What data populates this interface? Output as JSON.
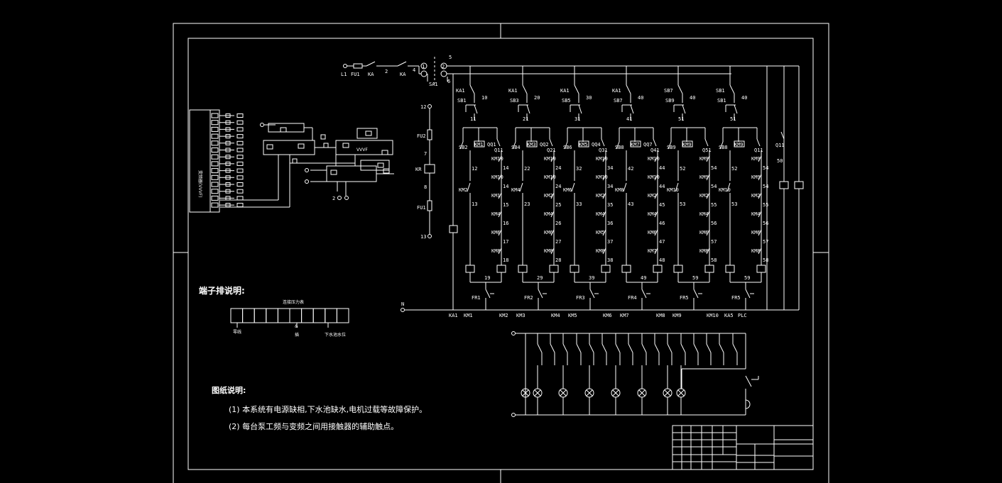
{
  "top_labels": {
    "l1": "L1",
    "fu1": "FU1",
    "ka": "KA",
    "n2": "2",
    "ka_b": "KA",
    "n4": "4",
    "sa1": "SA1",
    "n5": "5",
    "n6": "6",
    "c1": "1",
    "c2": "2"
  },
  "ctrl_column": {
    "n12": "12",
    "fu2": "FU2",
    "n7": "7",
    "kr": "KR",
    "n8": "8",
    "fu1": "FU1",
    "n13": "13"
  },
  "branches": [
    {
      "ka": "KA1",
      "sb": "SB1",
      "num": "10",
      "n2": "11",
      "sb2": "SB2",
      "km": "KM1",
      "qq": "QQ1",
      "q": "Q11",
      "mid": "14",
      "dn": "12",
      "km2": "KM2",
      "low": "13",
      "seq": [
        "KM10",
        "14",
        "KM10",
        "14",
        "KM1",
        "15",
        "KM4",
        "16",
        "KM6",
        "17",
        "KM8",
        "18"
      ],
      "fr": "FR1",
      "bot": "19"
    },
    {
      "ka": "KA1",
      "sb": "SB3",
      "num": "20",
      "n2": "21",
      "sb2": "SB4",
      "km": "KM3",
      "qq": "QQ2",
      "q": "Q21",
      "mid": "24",
      "dn": "22",
      "km2": "KM4",
      "low": "23",
      "seq": [
        "KM10",
        "24",
        "KM10",
        "24",
        "KM2",
        "25",
        "KM4",
        "26",
        "KM6",
        "27",
        "KM8",
        "28"
      ],
      "fr": "FR2",
      "bot": "29"
    },
    {
      "ka": "KA1",
      "sb": "SB5",
      "num": "30",
      "n2": "31",
      "sb2": "SB6",
      "km": "KM5",
      "qq": "QQ4",
      "q": "Q31",
      "mid": "34",
      "dn": "32",
      "km2": "KM6",
      "low": "33",
      "seq": [
        "KM10",
        "34",
        "KM10",
        "34",
        "KM2",
        "35",
        "KM4",
        "36",
        "KM5",
        "37",
        "KM8",
        "38"
      ],
      "fr": "FR3",
      "bot": "39"
    },
    {
      "ka": "KA1",
      "sb": "SB7",
      "num": "40",
      "n2": "41",
      "sb2": "SB8",
      "km": "KM7",
      "qq": "QQ7",
      "q": "Q41",
      "mid": "44",
      "dn": "42",
      "km2": "KM8",
      "low": "43",
      "seq": [
        "KM10",
        "44",
        "KM10",
        "44",
        "KM2",
        "45",
        "KM4",
        "46",
        "KM6",
        "47",
        "KM7",
        "48"
      ],
      "fr": "FR4",
      "bot": "49"
    },
    {
      "ka": "SB7",
      "sb": "SB9",
      "num": "40",
      "n2": "51",
      "sb2": "SB9",
      "km": "KM9",
      "qq": "",
      "q": "Q51",
      "mid": "54",
      "dn": "52",
      "km2": "KM10",
      "low": "53",
      "seq": [
        "KM9",
        "54",
        "KM9",
        "54",
        "KM2",
        "55",
        "KM4",
        "56",
        "KM6",
        "57",
        "KM8",
        "58"
      ],
      "fr": "FR5",
      "bot": "59"
    },
    {
      "ka": "SB1",
      "sb": "SB1",
      "num": "40",
      "n2": "51",
      "sb2": "SB8",
      "km": "KM9",
      "qq": "",
      "q": "Q11",
      "mid": "54",
      "dn": "52",
      "km2": "KM10",
      "low": "53",
      "seq": [
        "KM9",
        "54",
        "KM9",
        "54",
        "KM2",
        "55",
        "KM4",
        "56",
        "KM6",
        "57",
        "KM8",
        "58"
      ],
      "fr": "FR5",
      "bot": "59"
    }
  ],
  "extra_cols": {
    "q": "Q11",
    "n": "50"
  },
  "n_bus": {
    "n": "N",
    "labels": [
      "KA1",
      "KM1",
      "KM2",
      "KM3",
      "KM4",
      "KM5",
      "KM6",
      "KM7",
      "KM8",
      "KM9",
      "KM10",
      "KA5",
      "PLC"
    ]
  },
  "terminal_text": {
    "title": "端子排说明:",
    "header": "连接压力表",
    "left": "零线",
    "mid1": "&",
    "mid2": "插",
    "right": "下水池水位"
  },
  "drawing_notes": {
    "heading": "图纸说明:",
    "line1": "(1) 本系统有电源缺相,下水池缺水,电机过载等故障保护。",
    "line2": "(2) 每台泵工频与变频之间用接触器的辅助触点。"
  },
  "left_block": {
    "label": "变频器(VVVF)",
    "vvvf": "VVVF",
    "n2": "2"
  }
}
